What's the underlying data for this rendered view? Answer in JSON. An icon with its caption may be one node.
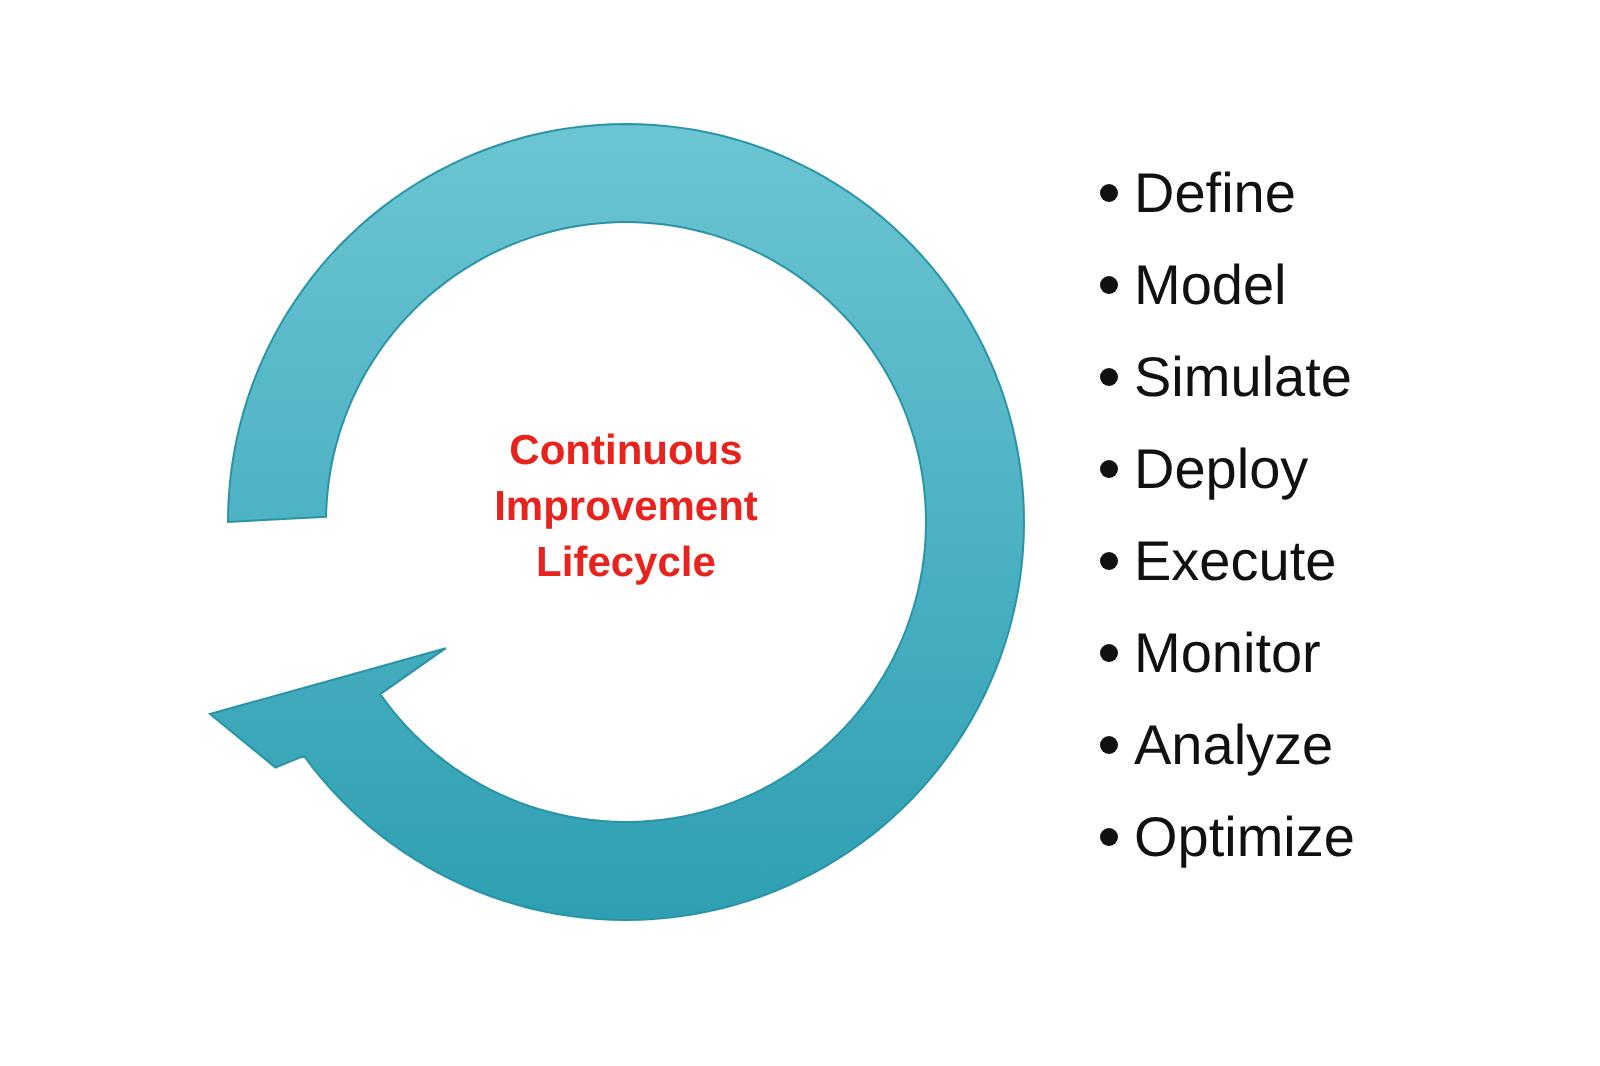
{
  "diagram": {
    "labels": [
      "Continuous Improvement Lifecycle",
      "Define",
      "Model",
      "Simulate",
      "Deploy",
      "Execute",
      "Monitor",
      "Analyze",
      "Optimize"
    ]
  }
}
